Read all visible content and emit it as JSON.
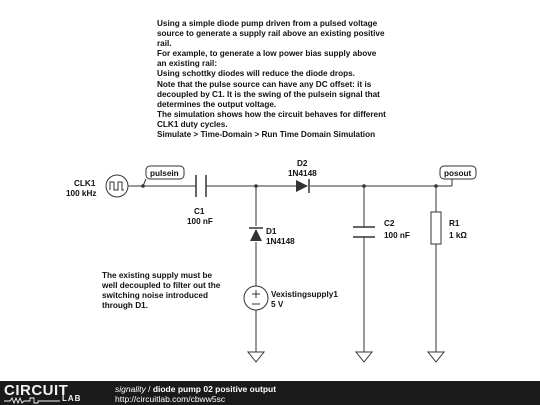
{
  "note_top": {
    "lines": [
      "Using a simple diode pump driven from a pulsed voltage",
      "source to generate a supply rail above an existing positive",
      "rail.",
      "For example, to generate a low power bias supply above",
      "an existing rail:",
      "Using schottky diodes will reduce the diode drops.",
      "Note that the pulse source can have any DC offset: it is",
      "decoupled by C1. It is the swing of the pulsein signal that",
      "determines the output voltage.",
      "The simulation shows how the circuit behaves for different",
      "CLK1 duty cycles.",
      "Simulate > Time-Domain > Run Time Domain Simulation"
    ]
  },
  "note_bottom": {
    "lines": [
      "The existing supply must be",
      "well decoupled to filter out the",
      "switching noise introduced",
      "through D1."
    ]
  },
  "components": {
    "clk1": {
      "name": "CLK1",
      "value": "100 kHz"
    },
    "c1": {
      "name": "C1",
      "value": "100 nF"
    },
    "d1": {
      "name": "D1",
      "value": "1N4148"
    },
    "d2": {
      "name": "D2",
      "value": "1N4148"
    },
    "c2": {
      "name": "C2",
      "value": "100 nF"
    },
    "r1": {
      "name": "R1",
      "value": "1 kΩ"
    },
    "vsupply": {
      "name": "Vexistingsupply1",
      "value": "5 V"
    }
  },
  "net_labels": {
    "pulsein": "pulsein",
    "posout": "posout"
  },
  "footer": {
    "logo_top": "CIRCUIT",
    "logo_bottom": "LAB",
    "author": "signality",
    "separator": " / ",
    "title": "diode pump 02 positive output",
    "url": "http://circuitlab.com/cbww5sc"
  },
  "colors": {
    "wire": "#333333",
    "footer_bg": "#1a1a1a"
  }
}
